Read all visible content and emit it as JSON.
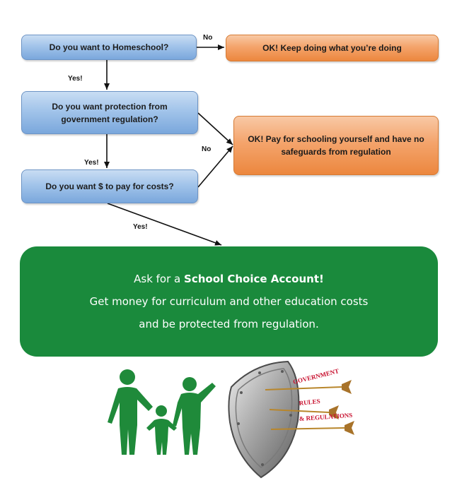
{
  "flow": {
    "q1": "Do you want to Homeschool?",
    "q2": "Do you want protection from government regulation?",
    "q3": "Do you want $ to pay for costs?",
    "o1": "OK! Keep doing what you’re doing",
    "o2": "OK! Pay for schooling yourself and have no safeguards  from regulation",
    "labels": {
      "no1": "No",
      "yes1": "Yes!",
      "no2": "No",
      "yes2": "Yes!",
      "yes3": "Yes!"
    }
  },
  "result": {
    "prefix": "Ask for a ",
    "highlight": "School Choice Account!",
    "line2": "Get money for curriculum and other education costs",
    "line3": "and be protected from regulation."
  },
  "shield": {
    "word1": "GOVERNMENT",
    "word2": "RULES",
    "word3": "& REGULATIONS"
  },
  "colors": {
    "question_box": "#a2c4ea",
    "outcome_box": "#f4a46c",
    "result_box": "#1a8a3c",
    "figures": "#1f8a3a",
    "shield_text": "#c8102e"
  }
}
